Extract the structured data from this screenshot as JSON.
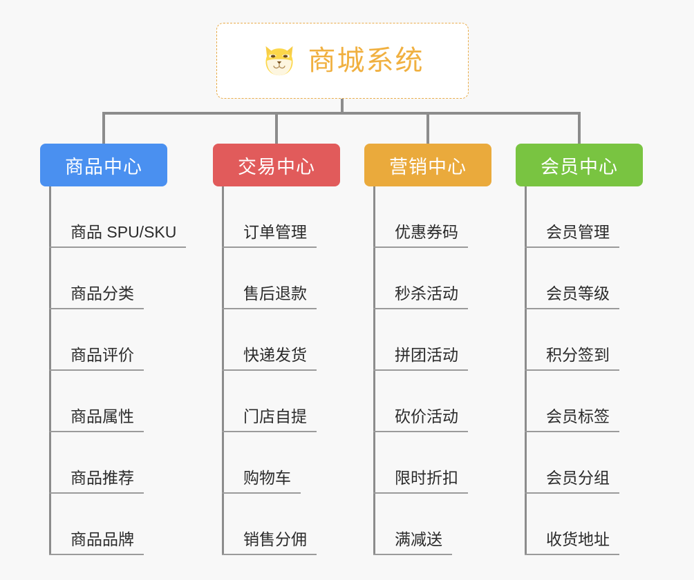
{
  "canvas": {
    "background": "#f8f8f8",
    "line_color": "#8c8c8c"
  },
  "root": {
    "title": "商城系统",
    "icon": "shiba-dog-icon",
    "border_color": "#e8ab48",
    "text_color": "#f0b040",
    "background": "#ffffff"
  },
  "branches": [
    {
      "label": "商品中心",
      "color": "#4a90f0",
      "items": [
        "商品 SPU/SKU",
        "商品分类",
        "商品评价",
        "商品属性",
        "商品推荐",
        "商品品牌"
      ]
    },
    {
      "label": "交易中心",
      "color": "#e15b5b",
      "items": [
        "订单管理",
        "售后退款",
        "快递发货",
        "门店自提",
        "购物车",
        "销售分佣"
      ]
    },
    {
      "label": "营销中心",
      "color": "#eaaa3c",
      "items": [
        "优惠券码",
        "秒杀活动",
        "拼团活动",
        "砍价活动",
        "限时折扣",
        "满减送"
      ]
    },
    {
      "label": "会员中心",
      "color": "#79c441",
      "items": [
        "会员管理",
        "会员等级",
        "积分签到",
        "会员标签",
        "会员分组",
        "收货地址"
      ]
    }
  ]
}
